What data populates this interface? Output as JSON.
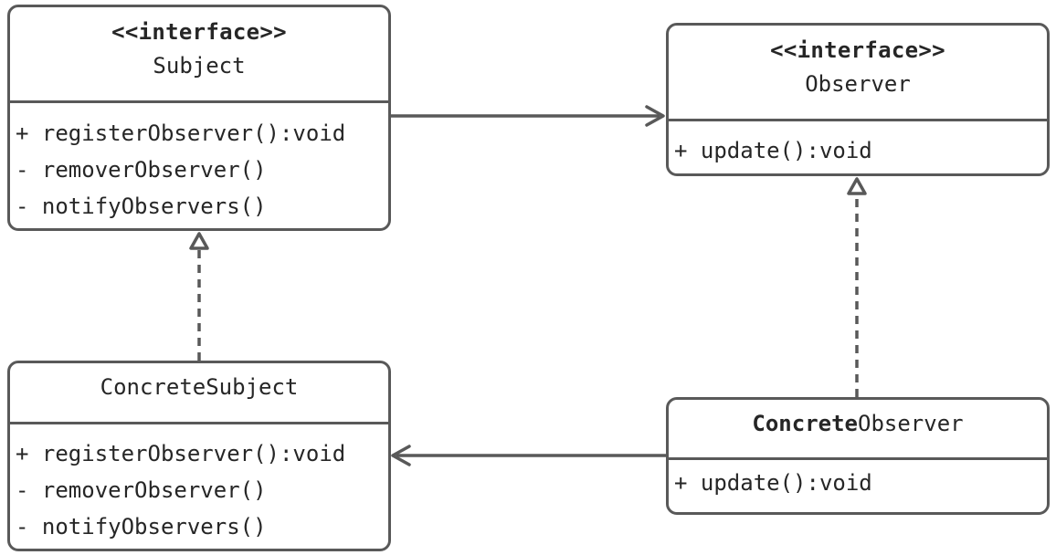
{
  "colors": {
    "stroke": "#595959",
    "text": "#262626",
    "background": "#ffffff"
  },
  "classes": {
    "subject": {
      "stereotype": "<<interface>>",
      "name": "Subject",
      "methods": [
        "+ registerObserver():void",
        "- removerObserver()",
        "- notifyObservers()"
      ]
    },
    "observer": {
      "stereotype": "<<interface>>",
      "name": "Observer",
      "methods": [
        "+ update():void"
      ]
    },
    "concrete_subject": {
      "name": "ConcreteSubject",
      "methods": [
        "+ registerObserver():void",
        "- removerObserver()",
        "- notifyObservers()"
      ]
    },
    "concrete_observer": {
      "name_bold": "Concrete",
      "name_regular": "Observer",
      "methods": [
        "+ update():void"
      ]
    }
  },
  "relations": [
    {
      "from": "subject",
      "to": "observer",
      "kind": "association"
    },
    {
      "from": "concrete_subject",
      "to": "subject",
      "kind": "realization"
    },
    {
      "from": "concrete_observer",
      "to": "observer",
      "kind": "realization"
    },
    {
      "from": "concrete_observer",
      "to": "concrete_subject",
      "kind": "association"
    }
  ]
}
